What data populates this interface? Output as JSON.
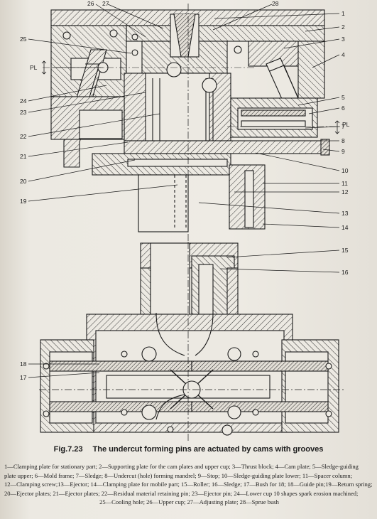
{
  "callouts_right": [
    "1",
    "2",
    "3",
    "4",
    "5",
    "6",
    "7",
    "8",
    "9",
    "10",
    "11",
    "12",
    "13",
    "14",
    "15",
    "16"
  ],
  "callouts_top": [
    "26",
    "27",
    "28"
  ],
  "callouts_left": [
    "25",
    "24",
    "23",
    "22",
    "21",
    "20",
    "19",
    "18",
    "17"
  ],
  "pl_label": "PL",
  "caption": {
    "fig": "Fig.7.23",
    "title": "The undercut forming pins are actuated by cams with grooves"
  },
  "legend": [
    "1—Clamping plate for stationary part; 2—Supporting plate for the cam plates and upper cup; 3—Thrust block; 4—Cam plate; 5—Sledge-guiding",
    "plate upper; 6—Mold frame; 7—Sledge; 8—Undercut (hole) forming mandrel; 9—Stop; 10—Sledge-guiding plate lower; 11—Spacer column;",
    "12—Clamping screw;13—Ejector; 14—Clamping plate for mobile part; 15—Roller; 16—Sledge; 17—Bush for 18; 18—Guide pin;19—Return spring;",
    "20—Ejector plates; 21—Ejector plates; 22—Residual material retaining pin; 23—Ejector pin; 24—Lower cup 10 shapes spark erosion machined;",
    "25—Cooling hole; 26—Upper cup; 27—Adjusting plate; 28—Sprue bush"
  ]
}
